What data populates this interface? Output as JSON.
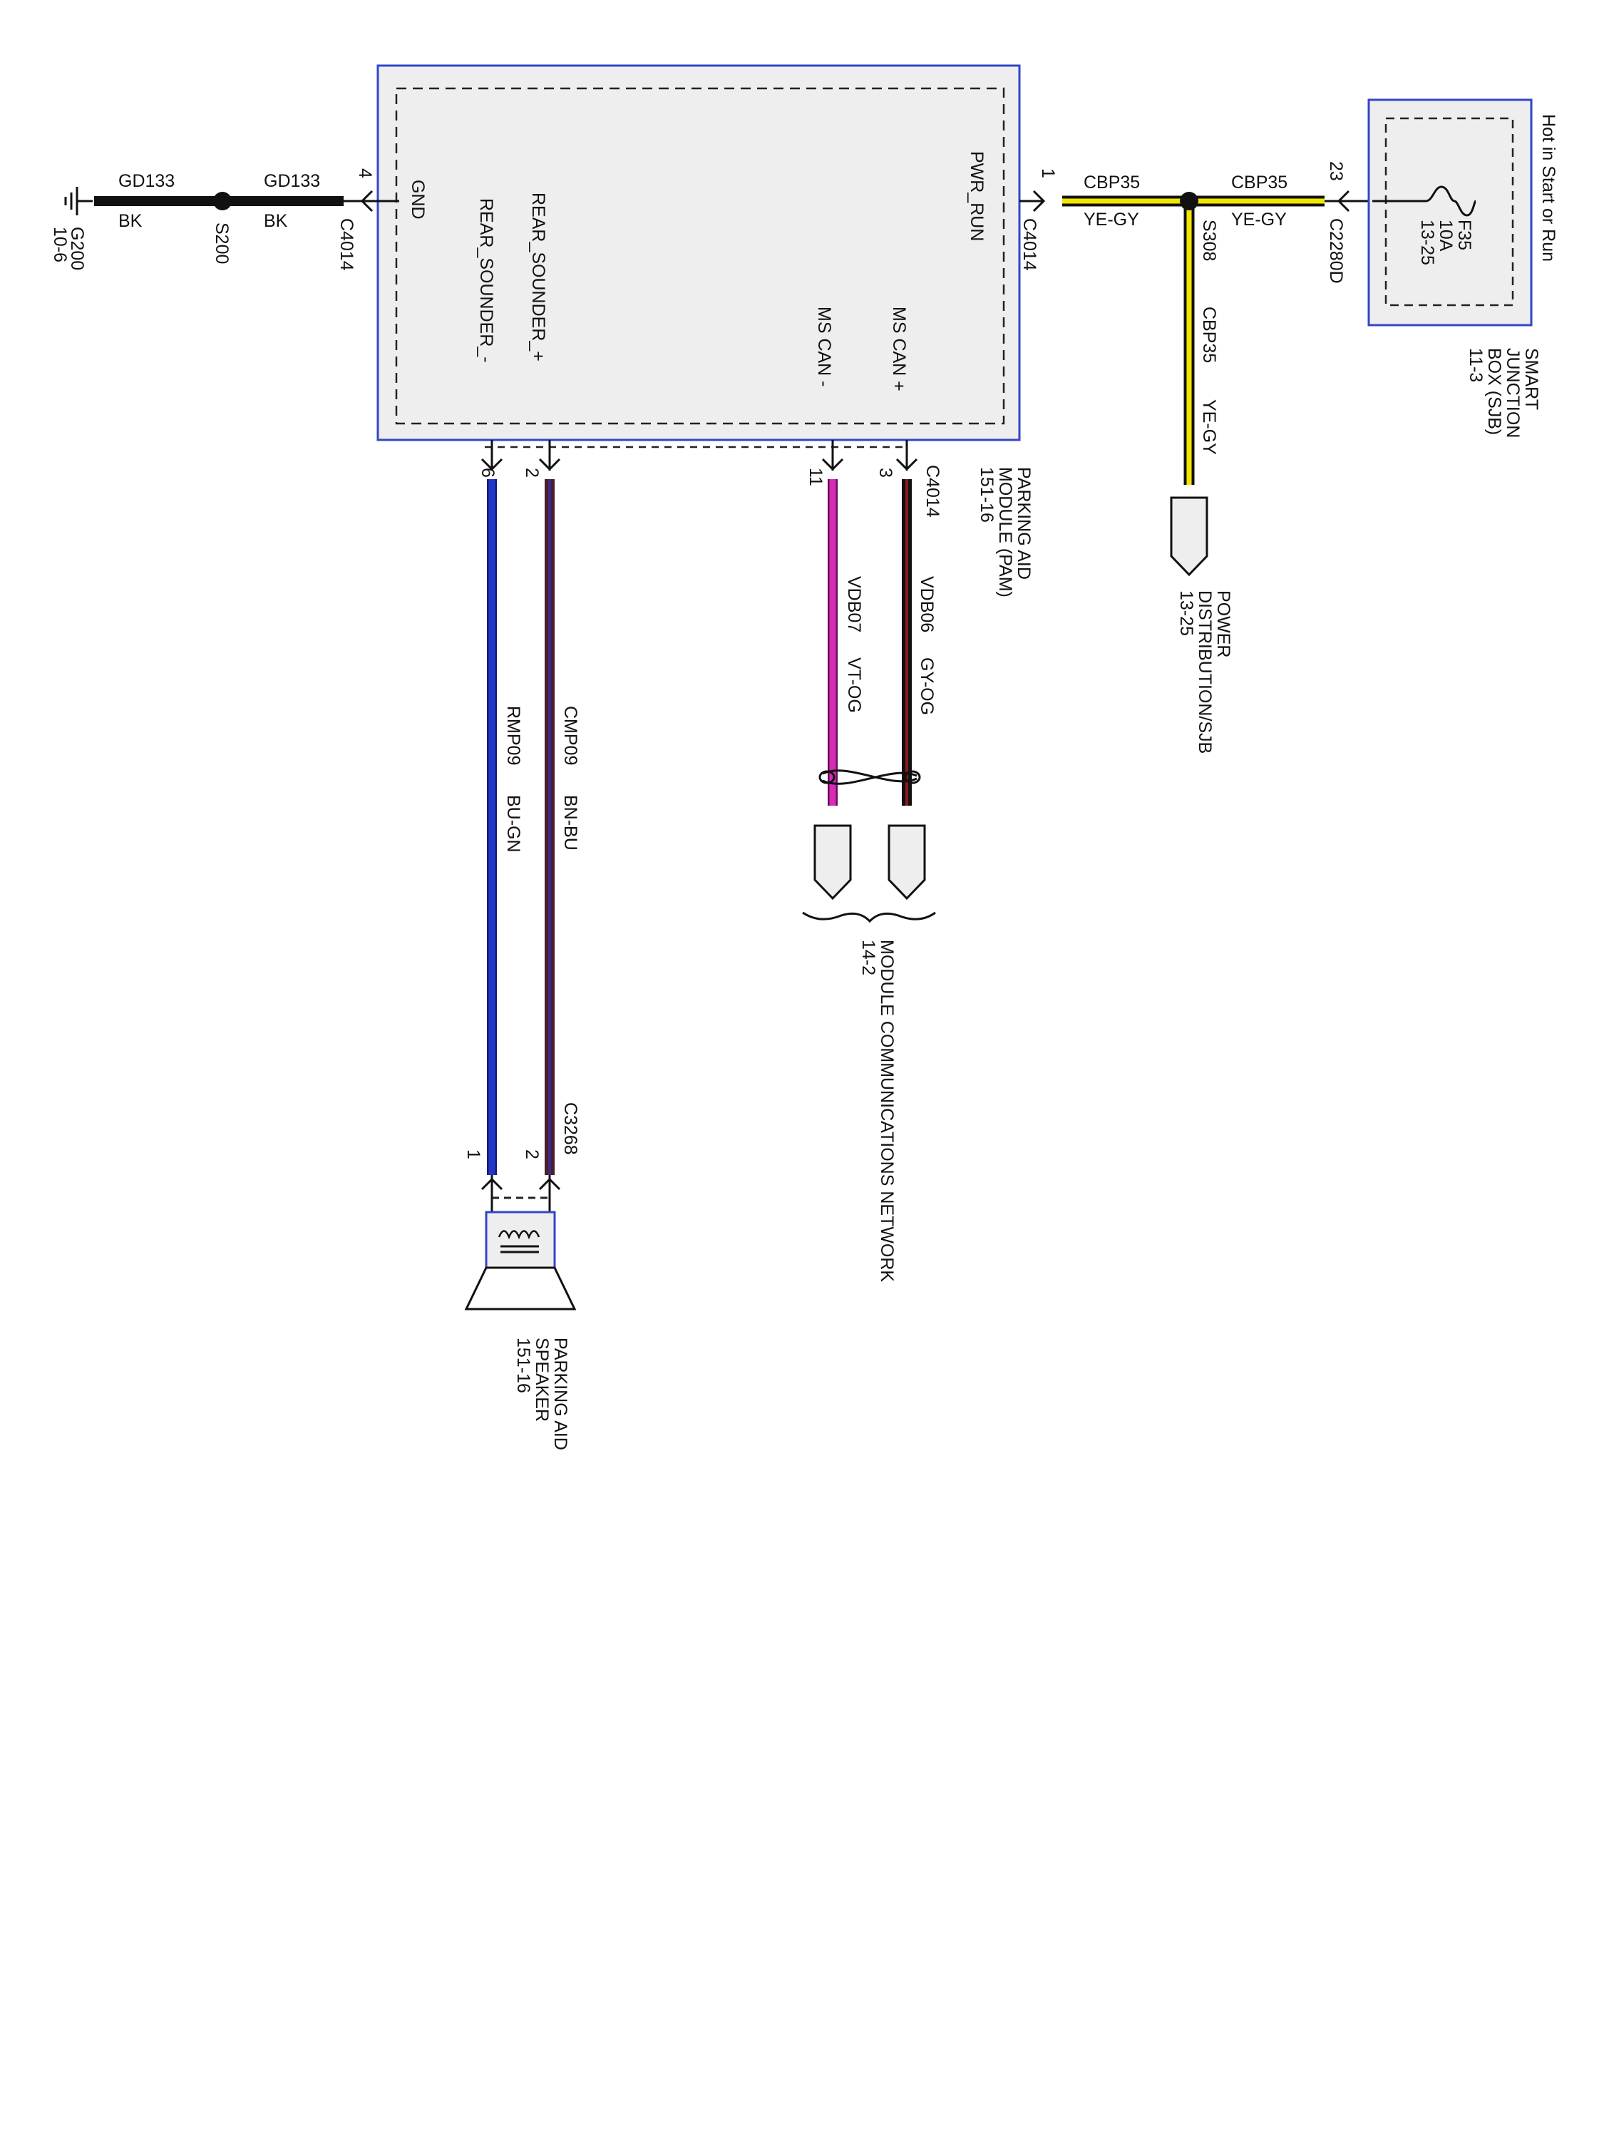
{
  "colors": {
    "module_fill": "#eeeeee",
    "module_border": "#3346c8",
    "wire_black": "#111111",
    "wire_yellow": "#f2e600",
    "wire_magenta": "#d62db6",
    "wire_brown": "#4a1e2a",
    "wire_blue": "#2036c8",
    "wire_red": "#c0102a"
  },
  "modules": {
    "pam": {
      "name_line1": "PARKING AID",
      "name_line2": "MODULE (PAM)",
      "name_line3": "151-16",
      "pins": {
        "gnd": "GND",
        "pwr_run": "PWR_RUN",
        "rear_sounder_pos": "REAR_SOUNDER_+",
        "rear_sounder_neg": "REAR_SOUNDER_-",
        "ms_can_pos": "MS CAN +",
        "ms_can_neg": "MS CAN -"
      }
    },
    "sjb": {
      "name_line1": "SMART",
      "name_line2": "JUNCTION",
      "name_line3": "BOX (SJB)",
      "name_line4": "11-3",
      "hot_label": "Hot in Start or Run",
      "fuse_name": "F35",
      "fuse_rating": "10A",
      "fuse_ref": "13-25"
    },
    "speaker": {
      "name_line1": "PARKING AID",
      "name_line2": "SPEAKER",
      "name_line3": "151-16"
    }
  },
  "ground": {
    "name": "G200",
    "ref": "10-6",
    "splice": "S200",
    "circuit": "GD133",
    "color": "BK"
  },
  "connectors": {
    "c4014": "C4014",
    "c2280d": "C2280D",
    "c3268": "C3268"
  },
  "pins": {
    "gnd": "4",
    "pwr": "1",
    "sjb": "23",
    "sounder_neg": "6",
    "sounder_pos": "2",
    "can_neg": "11",
    "can_pos": "3",
    "speaker_1": "1",
    "speaker_2": "2"
  },
  "power": {
    "circuit": "CBP35",
    "color": "YE-GY",
    "splice": "S308",
    "dist_line1": "POWER",
    "dist_line2": "DISTRIBUTION/SJB",
    "dist_line3": "13-25"
  },
  "can": {
    "pos_circuit": "VDB06",
    "pos_color": "GY-OG",
    "neg_circuit": "VDB07",
    "neg_color": "VT-OG",
    "network_line1": "MODULE COMMUNICATIONS NETWORK",
    "network_line2": "14-2"
  },
  "sounder": {
    "pos_circuit": "CMP09",
    "pos_color": "BN-BU",
    "neg_circuit": "RMP09",
    "neg_color": "BU-GN"
  }
}
